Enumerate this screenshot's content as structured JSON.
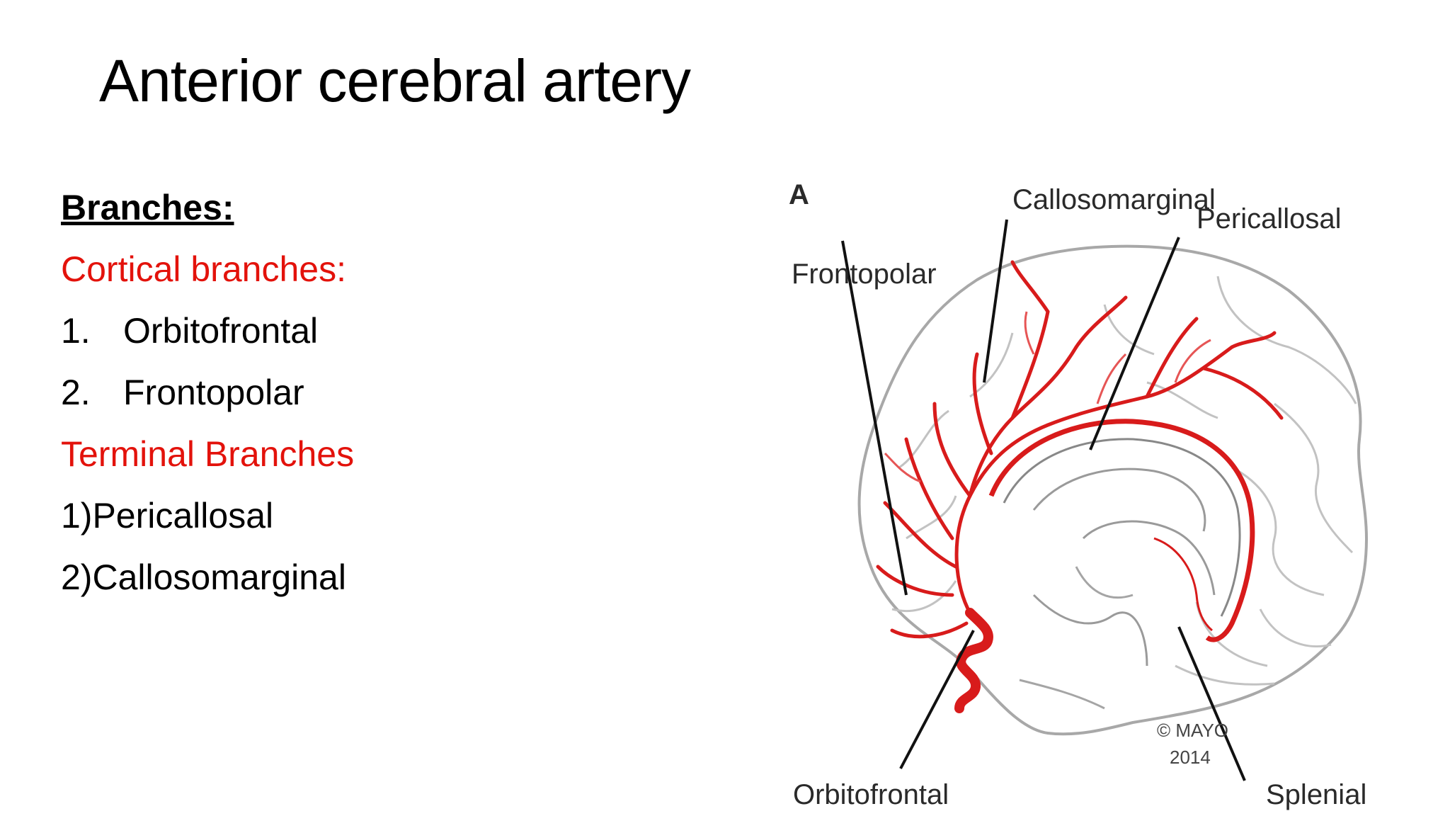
{
  "slide": {
    "title": "Anterior cerebral artery"
  },
  "content": {
    "branches_heading": "Branches:",
    "cortical_heading": "Cortical branches:",
    "cortical_items": [
      {
        "num": "1.",
        "text": "Orbitofrontal"
      },
      {
        "num": "2.",
        "text": "Frontopolar"
      }
    ],
    "terminal_heading": "Terminal Branches",
    "terminal_items": [
      "1)Pericallosal",
      "2)Callosomarginal"
    ]
  },
  "figure": {
    "panel_letter": "A",
    "labels": {
      "callosomarginal": "Callosomarginal",
      "pericallosal": "Pericallosal",
      "frontopolar": "Frontopolar",
      "orbitofrontal": "Orbitofrontal",
      "splenial": "Splenial"
    },
    "copyright_line1": "© MAYO",
    "copyright_line2": "2014",
    "colors": {
      "artery": "#d81b1b",
      "outline": "#b5b5b5",
      "leader": "#111111"
    }
  }
}
